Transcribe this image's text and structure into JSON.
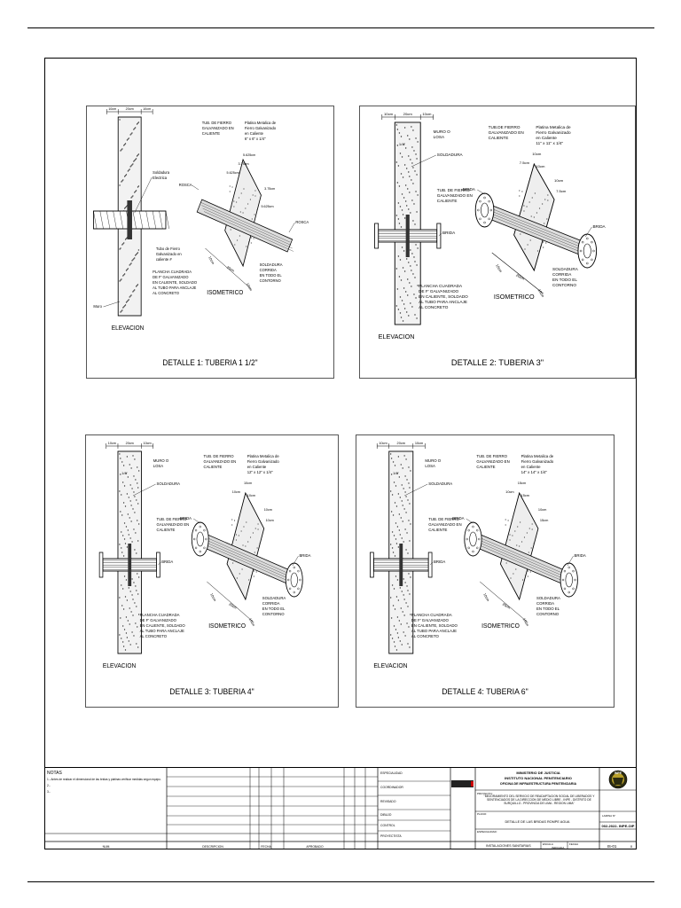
{
  "details": [
    {
      "title": "DETALLE  1:  TUBERIA  1  1/2\"",
      "elevacion": "ELEVACION",
      "isometrico": "ISOMETRICO",
      "elev_labels": [
        "Soldadura",
        "Electrica",
        "Tubo de Fierro",
        "Galvanizado en",
        "caliente #",
        "PLANCHA CUADRADA",
        "DE F' GALVANIZADO",
        "EN CALIENTE, SOLDADO",
        "AL TUBO PARA ANCLAJE",
        "AL CONCRETO",
        "Muro"
      ],
      "iso_labels": [
        "TUB. DE FIERRO",
        "GALVANIZADO EN",
        "CALIENTE",
        "Platina Metalica de",
        "Fierro Galvanizado",
        "en Caliente",
        "6\" x 6\" x 1/4\"",
        "ROSCA",
        "ROSCA",
        "SOLDADURA",
        "CORRIDA",
        "EN TODO EL",
        "CONTORNO"
      ],
      "dims": [
        "10cm",
        "20cm",
        "10cm",
        "5.625cm",
        "3.75cm",
        "5.625cm",
        "3.75cm",
        "5.625cm",
        "10cm",
        "20cm",
        "10cm"
      ]
    },
    {
      "title": "DETALLE  2:  TUBERIA  3\"",
      "elevacion": "ELEVACION",
      "isometrico": "ISOMETRICO",
      "elev_labels": [
        "MURO O",
        "LOSA",
        "SOLDADURA",
        "TUB. DE FIERRO",
        "GALVANIZADO EN",
        "CALIENTE",
        "BRIDA",
        "PLANCHA CUADRADA",
        "DE F' GALVANIZADO",
        "EN CALIENTE, SOLDADO",
        "AL TUBO PARA ANCLAJE",
        "AL CONCRETO"
      ],
      "iso_labels": [
        "TUB.DE FIERRO",
        "GALVANIZADO EN",
        "CALIENTE",
        "Platina Metalica de",
        "Fierro Galvanizado",
        "en Caliente",
        "11\" x 11\" x 1/4\"",
        "BRIDA",
        "BRIDA",
        "SOLDADURA",
        "CORRIDA",
        "EN TODO EL",
        "CONTORNO"
      ],
      "dims": [
        "10cm",
        "20cm",
        "10cm",
        "1/4\"",
        "10cm",
        "7.5cm",
        "10cm",
        "10cm",
        "7.5cm",
        "10cm",
        "20cm",
        "10cm"
      ]
    },
    {
      "title": "DETALLE  3:  TUBERIA  4\"",
      "elevacion": "ELEVACION",
      "isometrico": "ISOMETRICO",
      "elev_labels": [
        "MURO O",
        "LOSA",
        "SOLDADURA",
        "TUB. DE FIERRO",
        "GALVANIZADO EN",
        "CALIENTE",
        "BRIDA",
        "PLANCHA CUADRADA",
        "DE F' GALVANIZADO",
        "EN CALIENTE, SOLDADO",
        "AL TUBO PARA ANCLAJE",
        "AL CONCRETO"
      ],
      "iso_labels": [
        "TUB. DE FIERRO",
        "GALVANIZADO EN",
        "CALIENTE",
        "Platina Metalica de",
        "Fierro Galvanizado",
        "en Caliente",
        "12\" x 12\" x 1/4\"",
        "BRIDA",
        "BRIDA",
        "SOLDADURA",
        "CORRIDA",
        "EN TODO EL",
        "CONTORNO"
      ],
      "dims": [
        "10cm",
        "20cm",
        "10cm",
        "1/4\"",
        "10cm",
        "10cm",
        "10cm",
        "10cm",
        "10cm",
        "10cm",
        "20cm",
        "10cm"
      ]
    },
    {
      "title": "DETALLE  4:  TUBERIA  6\"",
      "elevacion": "ELEVACION",
      "isometrico": "ISOMETRICO",
      "elev_labels": [
        "MURO O",
        "LOSA",
        "SOLDADURA",
        "TUB. DE FIERRO",
        "GALVANIZADO EN",
        "CALIENTE",
        "BRIDA",
        "PLANCHA CUADRADA",
        "DE F' GALVANIZADO",
        "EN CALIENTE, SOLDADO",
        "AL TUBO PARA ANCLAJE",
        "AL CONCRETO"
      ],
      "iso_labels": [
        "TUB. DE FIERRO",
        "GALVANIZADO EN",
        "CALIENTE",
        "Platina Metalica de",
        "Fierro Galvanizado",
        "en Caliente",
        "14\" x 14\" x 1/4\"",
        "BRIDA",
        "BRIDA",
        "SOLDADURA",
        "CORRIDA",
        "EN TODO EL",
        "CONTORNO"
      ],
      "dims": [
        "10cm",
        "20cm",
        "10cm",
        "1/4\"",
        "15cm",
        "10cm",
        "15cm",
        "10cm",
        "15cm",
        "10cm",
        "20cm",
        "10cm"
      ]
    }
  ],
  "title_block": {
    "notes_title": "NOTAS",
    "notes": [
      "1.- Antes de realizar el dimensional de las bridas y platinas verificar medidas segun equipo.",
      "2.-",
      "3.-"
    ],
    "rev_header": [
      "NUM.",
      "DESCRIPCION",
      "FECHA",
      "APROBADO"
    ],
    "col_labels": [
      "ESPECIALIDAD",
      "COORDINADOR",
      "REVISADO",
      "DIBUJO",
      "CONTROL",
      "PROYECTISTA"
    ],
    "entity_l1": "MINISTERIO DE JUSTICIA",
    "entity_l2": "INSTITUTO NACIONAL PENITENCIARIO",
    "entity_l3": "OFICINA DE INFRAESTRUCTURA PENITENCIARIA",
    "project_label": "PROYECTO:",
    "project": "\"MEJORAMIENTO DEL SERVICIO DE READAPTACION SOCIAL DE LIBERADOS Y SENTENCIADOS DE LA DIRECCION DE MEDIO LIBRE - INPE - DISTRITO DE SURQUILLO - PROVINCIA DE LIMA - REGION LIMA\"",
    "plano_label": "PLANO:",
    "plano": "DETALLE DE LAS BRIDAS ROMPE AGUA",
    "especialidad_label": "ESPECIALIDAD:",
    "especialidad": "INSTALACIONES SANITARIAS",
    "lamina_label": "LAMINA N°",
    "lamina": "IS-01",
    "code": "002-2022- INPE-OIP",
    "escala_label": "ESCALA",
    "escala": "INDICADA",
    "fecha_label": "FECHA",
    "revision": "0",
    "seal": "INPE"
  }
}
